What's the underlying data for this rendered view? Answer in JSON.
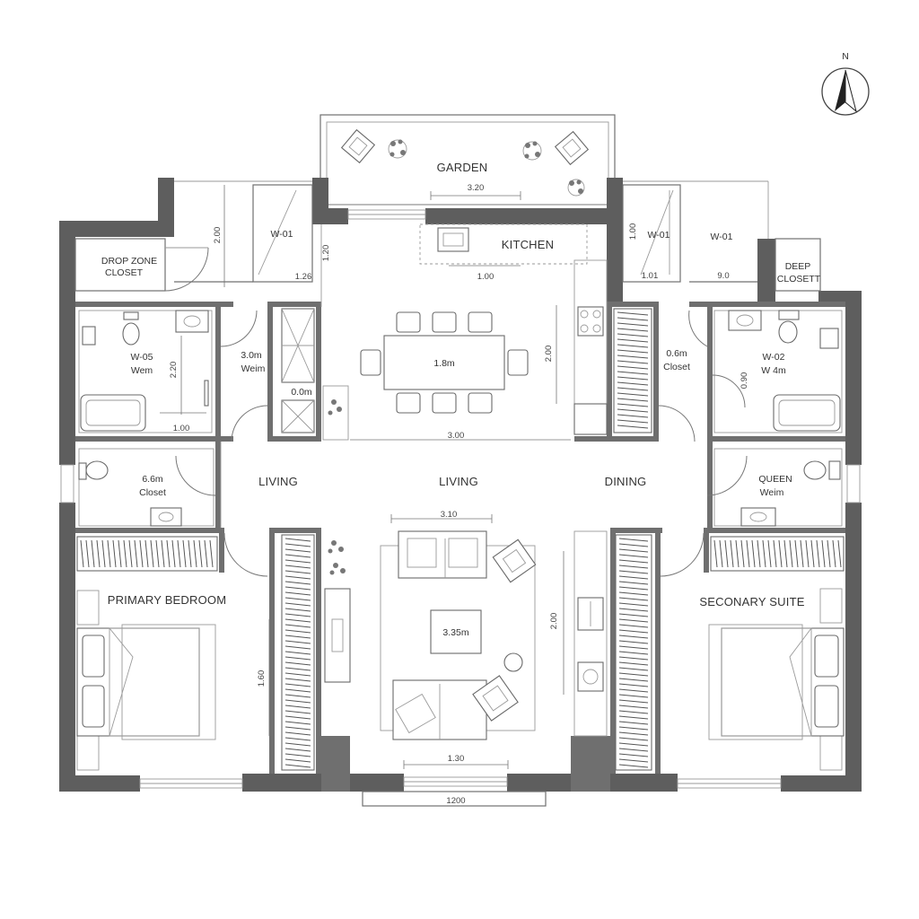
{
  "north_label": "N",
  "rooms": {
    "garden": "GARDEN",
    "kitchen": "KITCHEN",
    "drop_zone_line1": "DROP ZONE",
    "drop_zone_line2": "CLOSET",
    "deep_closet_line1": "DEEP",
    "deep_closet_line2": "CLOSETT",
    "w01_left": "W-01",
    "w01_right_a": "W-01",
    "w01_right_b": "W-01",
    "w05_line1": "W-05",
    "w05_line2": "Wem",
    "wem_mid_line1": "3.0m",
    "wem_mid_line2": "Weim",
    "closet_right_line1": "0.6m",
    "closet_right_line2": "Closet",
    "w02_line1": "W-02",
    "w02_line2": "W 4m",
    "closet_left_line1": "6.6m",
    "closet_left_line2": "Closet",
    "queen_line1": "QUEEN",
    "queen_line2": "Weim",
    "living_left": "LIVING",
    "living_center": "LIVING",
    "dining": "DINING",
    "primary_bedroom": "PRIMARY BEDROOM",
    "secondary_suite": "SECONARY SUITE"
  },
  "dimensions": {
    "garden_width": "3.20",
    "kitchen_run": "1.00",
    "table_center": "1.8m",
    "dining_depth": "2.00",
    "dining_width": "3.00",
    "sofa_width": "3.10",
    "rug_center": "3.35m",
    "living_depth": "2.00",
    "living_bottom": "1.30",
    "overall_bottom": "1200",
    "drop_zone_h": "2.00",
    "w01_left_h": "1.20",
    "w01_left_w": "1.26",
    "w01_right_h": "1.00",
    "w01_right_w": "1.01",
    "right_closet_w": "9.0",
    "w05_h": "2.20",
    "w05_w": "1.00",
    "wem_center": "0.0m",
    "w02_h": "0.90",
    "primary_closet_h": "1.60"
  }
}
